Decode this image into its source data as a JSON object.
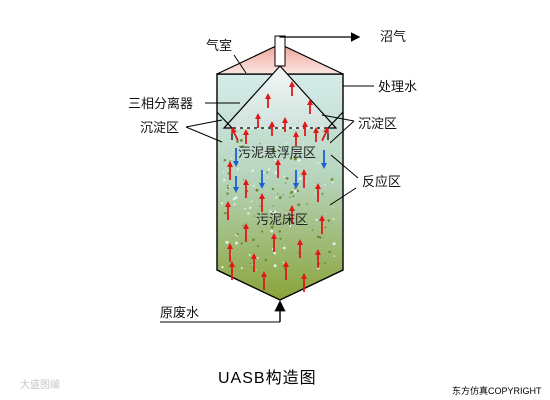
{
  "labels": {
    "gas_chamber": "气室",
    "biogas": "沼气",
    "three_phase_separator": "三相分离器",
    "treated_water": "处理水",
    "settling_zone_left": "沉淀区",
    "settling_zone_right": "沉淀区",
    "sludge_suspension_layer": "污泥悬浮层区",
    "reaction_zone": "反应区",
    "sludge_bed_zone": "污泥床区",
    "raw_wastewater": "原废水"
  },
  "title": "UASB构造图",
  "copyright": "东方仿真COPYRIGHT",
  "watermark": "大盛图编",
  "colors": {
    "red_arrow": "#e01818",
    "blue_arrow": "#1a5fd6",
    "tank_top": "#c9e6e3",
    "tank_bottom": "#8ea83a",
    "gas_pink": "#f7c3bd"
  },
  "icons": [
    "red-up-arrow-icon",
    "blue-down-arrow-icon",
    "biogas-arrow-icon",
    "inflow-arrow-icon"
  ]
}
